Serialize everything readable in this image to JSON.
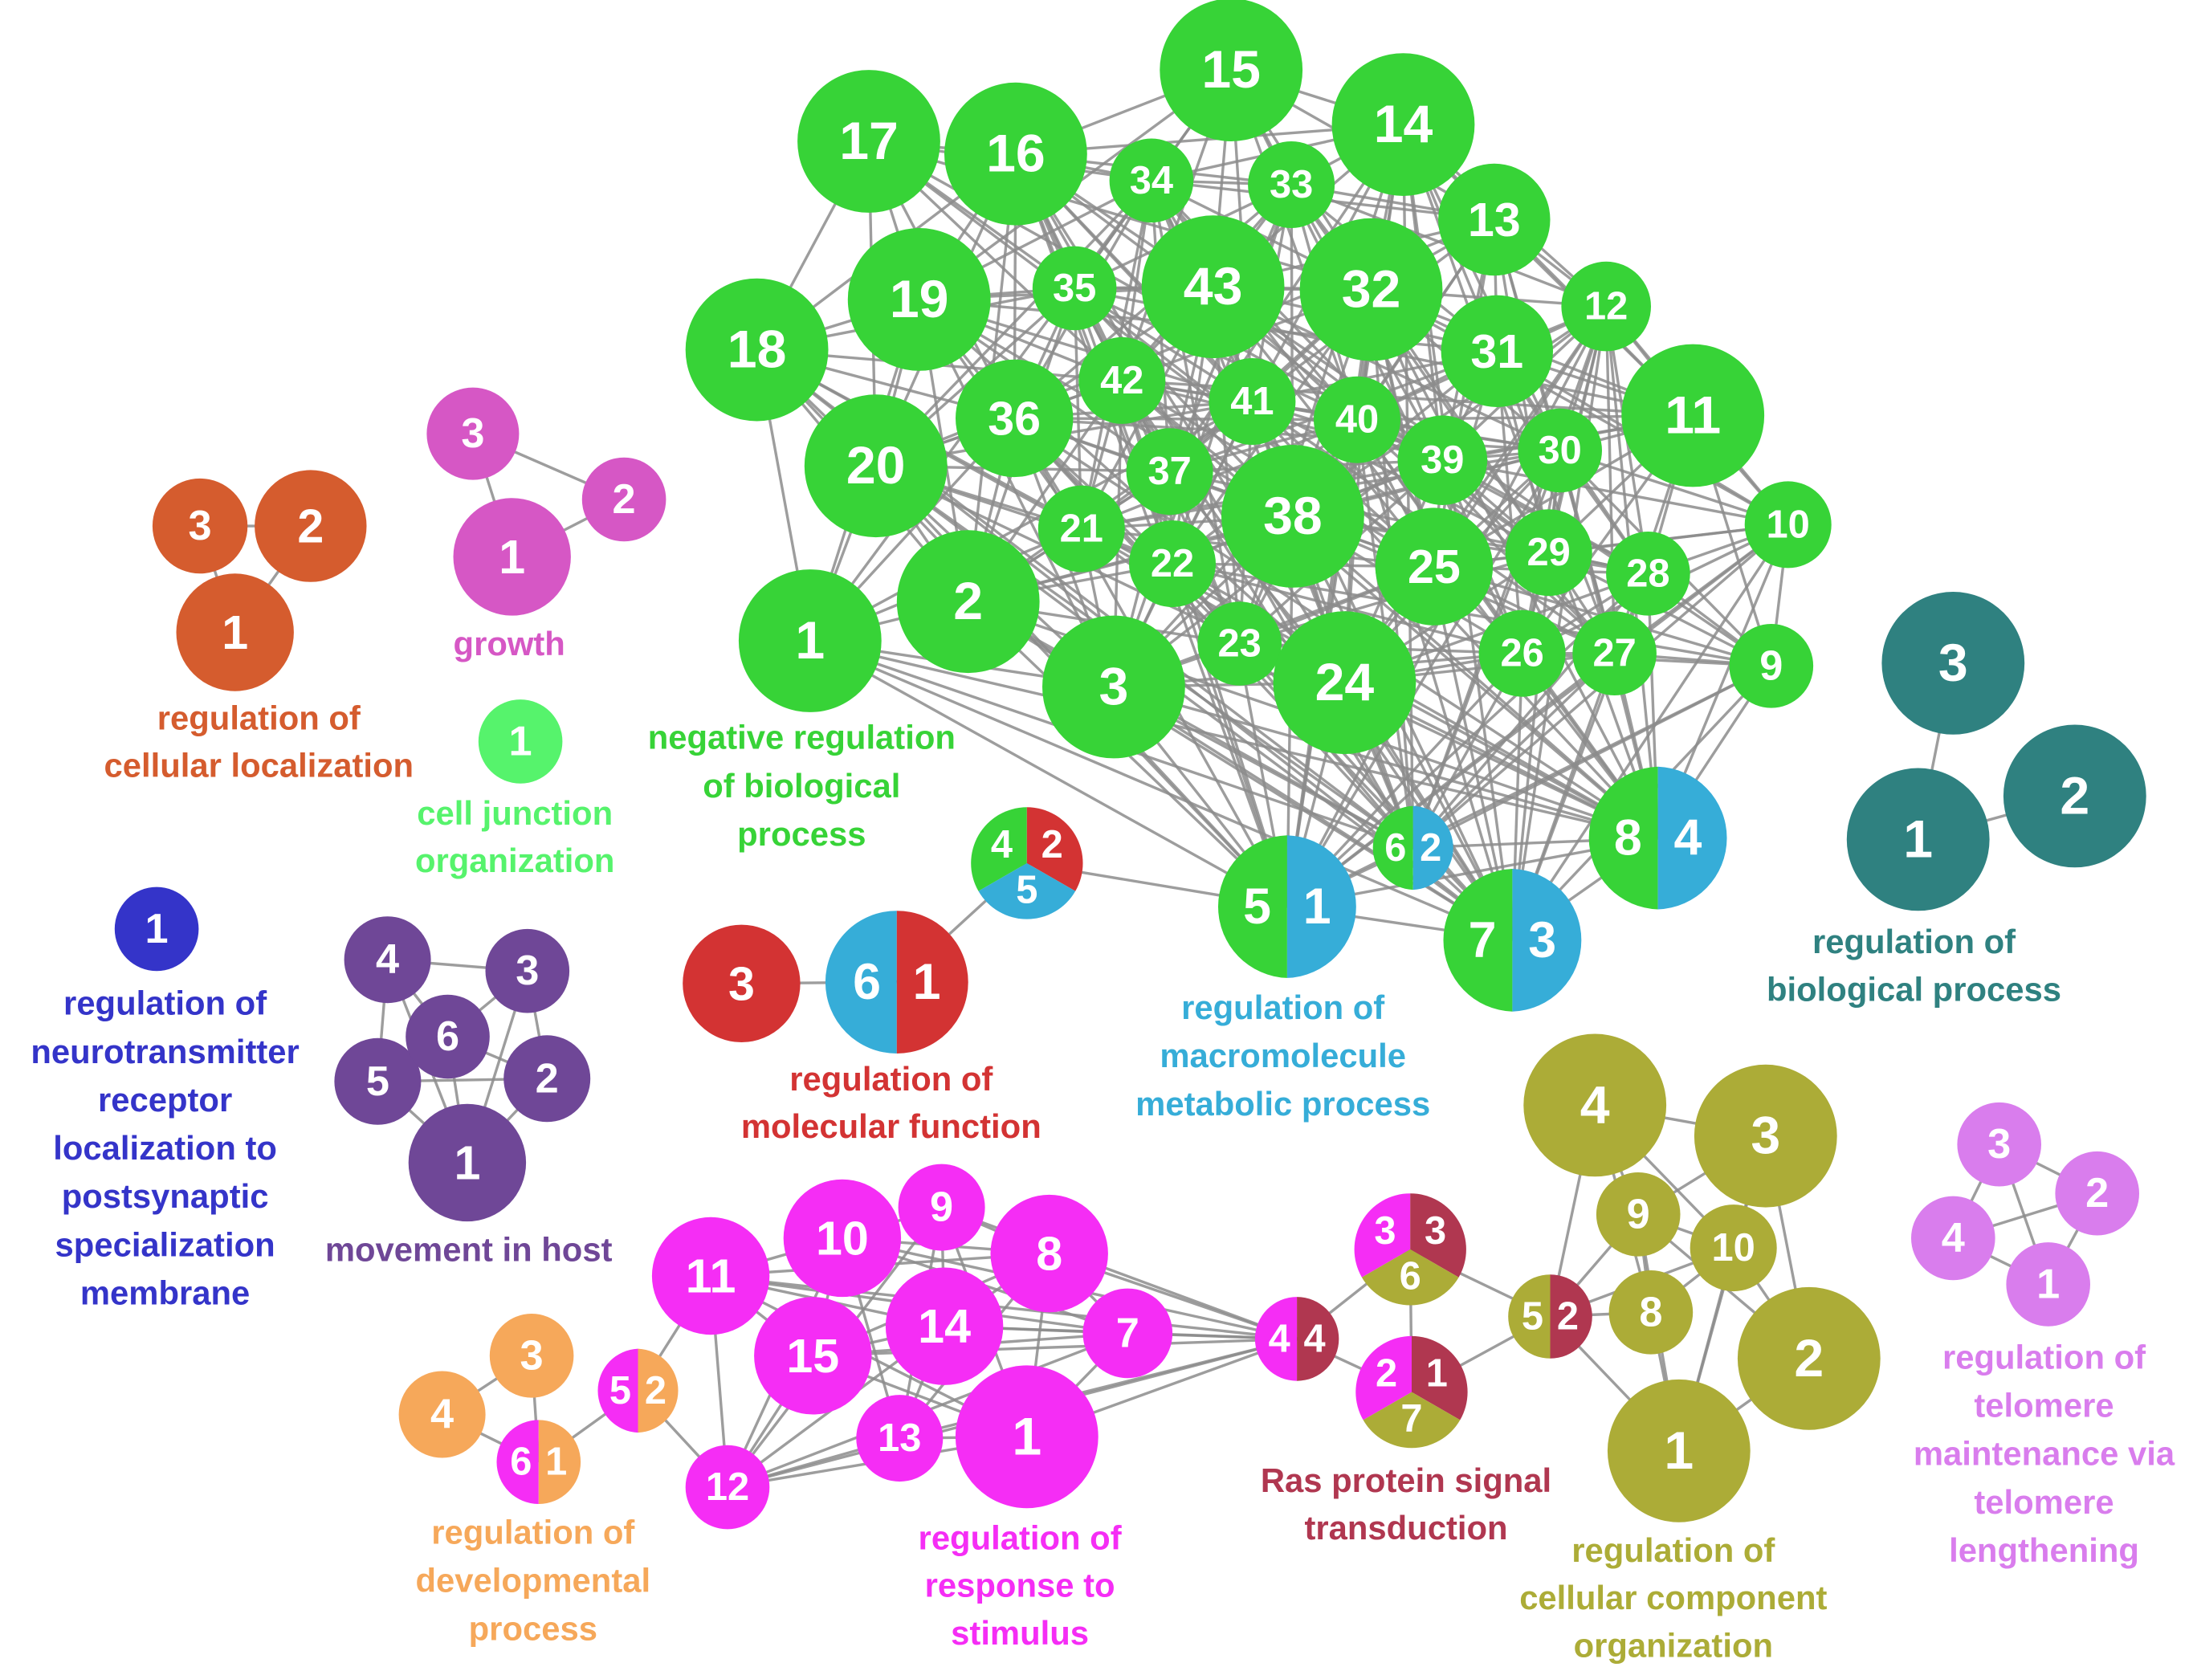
{
  "colors": {
    "green": "#37d337",
    "blue": "#36add8",
    "red": "#d33333",
    "orange_red": "#d55c2e",
    "magenta": "#d657c5",
    "light_green": "#56f36c",
    "navy": "#3434c9",
    "purple": "#6f4797",
    "teal": "#2f8180",
    "pink": "#f52df5",
    "peach": "#f6a85a",
    "maroon": "#b03750",
    "olive": "#acac37",
    "violet": "#d97ded",
    "edge": "#8c8c8c"
  },
  "clusters": [
    {
      "id": "cellular_localization",
      "lines": [
        "regulation of",
        "cellular localization"
      ],
      "color": "#d55c2e",
      "nodes": [
        {
          "id": "cl1",
          "parts": [
            {
              "label": "1",
              "color": "#d55c2e"
            }
          ]
        },
        {
          "id": "cl2",
          "parts": [
            {
              "label": "2",
              "color": "#d55c2e"
            }
          ]
        },
        {
          "id": "cl3",
          "parts": [
            {
              "label": "3",
              "color": "#d55c2e"
            }
          ]
        }
      ]
    },
    {
      "id": "growth",
      "lines": [
        "growth"
      ],
      "color": "#d657c5",
      "nodes": [
        {
          "id": "gr1",
          "parts": [
            {
              "label": "1",
              "color": "#d657c5"
            }
          ]
        },
        {
          "id": "gr2",
          "parts": [
            {
              "label": "2",
              "color": "#d657c5"
            }
          ]
        },
        {
          "id": "gr3",
          "parts": [
            {
              "label": "3",
              "color": "#d657c5"
            }
          ]
        }
      ]
    },
    {
      "id": "cell_junction",
      "lines": [
        "cell junction",
        "organization"
      ],
      "color": "#56f36c",
      "nodes": [
        {
          "id": "cj1",
          "parts": [
            {
              "label": "1",
              "color": "#56f36c"
            }
          ]
        }
      ]
    },
    {
      "id": "neurotransmitter",
      "lines": [
        "regulation of",
        "neurotransmitter",
        "receptor",
        "localization to",
        "postsynaptic",
        "specialization",
        "membrane"
      ],
      "color": "#3434c9",
      "nodes": [
        {
          "id": "nt1",
          "parts": [
            {
              "label": "1",
              "color": "#3434c9"
            }
          ]
        }
      ]
    },
    {
      "id": "movement",
      "lines": [
        "movement in host"
      ],
      "color": "#6f4797",
      "nodes": [
        {
          "id": "mv1",
          "parts": [
            {
              "label": "1",
              "color": "#6f4797"
            }
          ]
        },
        {
          "id": "mv2",
          "parts": [
            {
              "label": "2",
              "color": "#6f4797"
            }
          ]
        },
        {
          "id": "mv3",
          "parts": [
            {
              "label": "3",
              "color": "#6f4797"
            }
          ]
        },
        {
          "id": "mv4",
          "parts": [
            {
              "label": "4",
              "color": "#6f4797"
            }
          ]
        },
        {
          "id": "mv5",
          "parts": [
            {
              "label": "5",
              "color": "#6f4797"
            }
          ]
        },
        {
          "id": "mv6",
          "parts": [
            {
              "label": "6",
              "color": "#6f4797"
            }
          ]
        }
      ]
    },
    {
      "id": "negative_regulation",
      "lines": [
        "negative regulation",
        "of biological",
        "process"
      ],
      "color": "#37d337",
      "nodes": []
    },
    {
      "id": "molecular_function",
      "lines": [
        "regulation of",
        "molecular function"
      ],
      "color": "#d33333",
      "nodes": [
        {
          "id": "mf3",
          "parts": [
            {
              "label": "3",
              "color": "#d33333"
            }
          ]
        },
        {
          "id": "mf61",
          "parts": [
            {
              "label": "6",
              "color": "#36add8"
            },
            {
              "label": "1",
              "color": "#d33333"
            }
          ]
        },
        {
          "id": "mf425",
          "parts": [
            {
              "label": "4",
              "color": "#37d337"
            },
            {
              "label": "2",
              "color": "#d33333"
            },
            {
              "label": "5",
              "color": "#36add8"
            }
          ]
        }
      ]
    },
    {
      "id": "macromolecule",
      "lines": [
        "regulation of",
        "macromolecule",
        "metabolic process"
      ],
      "color": "#36add8",
      "nodes": [
        {
          "id": "mm51",
          "parts": [
            {
              "label": "5",
              "color": "#37d337"
            },
            {
              "label": "1",
              "color": "#36add8"
            }
          ]
        },
        {
          "id": "mm62",
          "parts": [
            {
              "label": "6",
              "color": "#37d337"
            },
            {
              "label": "2",
              "color": "#36add8"
            }
          ]
        },
        {
          "id": "mm73",
          "parts": [
            {
              "label": "7",
              "color": "#37d337"
            },
            {
              "label": "3",
              "color": "#36add8"
            }
          ]
        },
        {
          "id": "mm84",
          "parts": [
            {
              "label": "8",
              "color": "#37d337"
            },
            {
              "label": "4",
              "color": "#36add8"
            }
          ]
        }
      ]
    },
    {
      "id": "biological_process",
      "lines": [
        "regulation of",
        "biological process"
      ],
      "color": "#2f8180",
      "nodes": [
        {
          "id": "bp1",
          "parts": [
            {
              "label": "1",
              "color": "#2f8180"
            }
          ]
        },
        {
          "id": "bp2",
          "parts": [
            {
              "label": "2",
              "color": "#2f8180"
            }
          ]
        },
        {
          "id": "bp3",
          "parts": [
            {
              "label": "3",
              "color": "#2f8180"
            }
          ]
        }
      ]
    },
    {
      "id": "response_to_stimulus",
      "lines": [
        "regulation of",
        "response to",
        "stimulus"
      ],
      "color": "#f52df5",
      "nodes": [
        {
          "id": "rs1",
          "parts": [
            {
              "label": "1",
              "color": "#f52df5"
            }
          ]
        },
        {
          "id": "rs7",
          "parts": [
            {
              "label": "7",
              "color": "#f52df5"
            }
          ]
        },
        {
          "id": "rs8",
          "parts": [
            {
              "label": "8",
              "color": "#f52df5"
            }
          ]
        },
        {
          "id": "rs9",
          "parts": [
            {
              "label": "9",
              "color": "#f52df5"
            }
          ]
        },
        {
          "id": "rs10",
          "parts": [
            {
              "label": "10",
              "color": "#f52df5"
            }
          ]
        },
        {
          "id": "rs11",
          "parts": [
            {
              "label": "11",
              "color": "#f52df5"
            }
          ]
        },
        {
          "id": "rs12",
          "parts": [
            {
              "label": "12",
              "color": "#f52df5"
            }
          ]
        },
        {
          "id": "rs13",
          "parts": [
            {
              "label": "13",
              "color": "#f52df5"
            }
          ]
        },
        {
          "id": "rs14",
          "parts": [
            {
              "label": "14",
              "color": "#f52df5"
            }
          ]
        },
        {
          "id": "rs15",
          "parts": [
            {
              "label": "15",
              "color": "#f52df5"
            }
          ]
        }
      ]
    },
    {
      "id": "developmental",
      "lines": [
        "regulation of",
        "developmental",
        "process"
      ],
      "color": "#f6a85a",
      "nodes": [
        {
          "id": "dv3",
          "parts": [
            {
              "label": "3",
              "color": "#f6a85a"
            }
          ]
        },
        {
          "id": "dv4",
          "parts": [
            {
              "label": "4",
              "color": "#f6a85a"
            }
          ]
        },
        {
          "id": "dv61",
          "parts": [
            {
              "label": "6",
              "color": "#f52df5"
            },
            {
              "label": "1",
              "color": "#f6a85a"
            }
          ]
        },
        {
          "id": "dv52",
          "parts": [
            {
              "label": "5",
              "color": "#f52df5"
            },
            {
              "label": "2",
              "color": "#f6a85a"
            }
          ]
        }
      ]
    },
    {
      "id": "ras",
      "lines": [
        "Ras protein signal",
        "transduction"
      ],
      "color": "#b03750",
      "nodes": [
        {
          "id": "ras44",
          "parts": [
            {
              "label": "4",
              "color": "#f52df5"
            },
            {
              "label": "4",
              "color": "#b03750"
            }
          ]
        },
        {
          "id": "ras336",
          "parts": [
            {
              "label": "3",
              "color": "#f52df5"
            },
            {
              "label": "3",
              "color": "#b03750"
            },
            {
              "label": "6",
              "color": "#acac37"
            }
          ]
        },
        {
          "id": "ras217",
          "parts": [
            {
              "label": "2",
              "color": "#f52df5"
            },
            {
              "label": "1",
              "color": "#b03750"
            },
            {
              "label": "7",
              "color": "#acac37"
            }
          ]
        }
      ]
    },
    {
      "id": "cellular_component",
      "lines": [
        "regulation of",
        "cellular component",
        "organization"
      ],
      "color": "#acac37",
      "nodes": [
        {
          "id": "cc1",
          "parts": [
            {
              "label": "1",
              "color": "#acac37"
            }
          ]
        },
        {
          "id": "cc2",
          "parts": [
            {
              "label": "2",
              "color": "#acac37"
            }
          ]
        },
        {
          "id": "cc3",
          "parts": [
            {
              "label": "3",
              "color": "#acac37"
            }
          ]
        },
        {
          "id": "cc4",
          "parts": [
            {
              "label": "4",
              "color": "#acac37"
            }
          ]
        },
        {
          "id": "cc8",
          "parts": [
            {
              "label": "8",
              "color": "#acac37"
            }
          ]
        },
        {
          "id": "cc9",
          "parts": [
            {
              "label": "9",
              "color": "#acac37"
            }
          ]
        },
        {
          "id": "cc10",
          "parts": [
            {
              "label": "10",
              "color": "#acac37"
            }
          ]
        },
        {
          "id": "cc52",
          "parts": [
            {
              "label": "5",
              "color": "#acac37"
            },
            {
              "label": "2",
              "color": "#b03750"
            }
          ]
        }
      ]
    },
    {
      "id": "telomere",
      "lines": [
        "regulation of",
        "telomere",
        "maintenance via",
        "telomere",
        "lengthening"
      ],
      "color": "#d97ded",
      "nodes": [
        {
          "id": "tl1",
          "parts": [
            {
              "label": "1",
              "color": "#d97ded"
            }
          ]
        },
        {
          "id": "tl2",
          "parts": [
            {
              "label": "2",
              "color": "#d97ded"
            }
          ]
        },
        {
          "id": "tl3",
          "parts": [
            {
              "label": "3",
              "color": "#d97ded"
            }
          ]
        },
        {
          "id": "tl4",
          "parts": [
            {
              "label": "4",
              "color": "#d97ded"
            }
          ]
        }
      ]
    }
  ],
  "green_nodes": [
    "1",
    "2",
    "3",
    "9",
    "10",
    "11",
    "12",
    "13",
    "14",
    "15",
    "16",
    "17",
    "18",
    "19",
    "20",
    "21",
    "22",
    "23",
    "24",
    "25",
    "26",
    "27",
    "28",
    "29",
    "30",
    "31",
    "32",
    "33",
    "34",
    "35",
    "36",
    "37",
    "38",
    "39",
    "40",
    "41",
    "42",
    "43"
  ]
}
